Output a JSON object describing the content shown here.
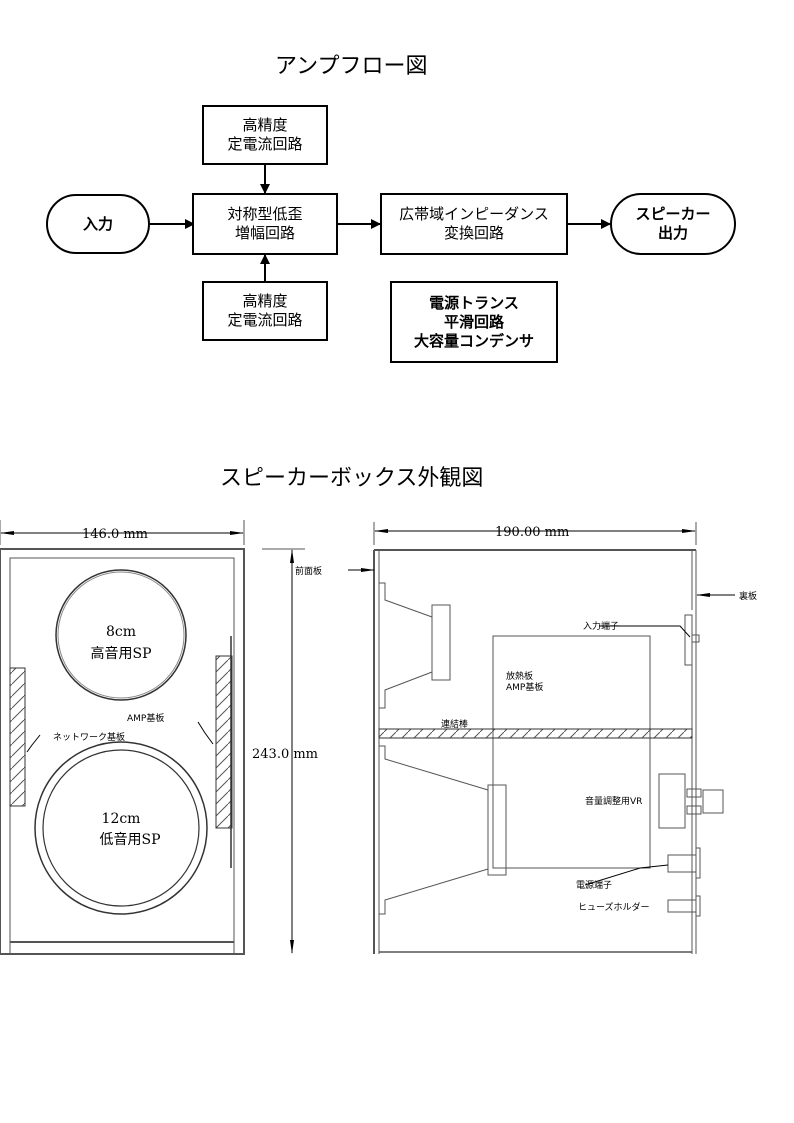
{
  "flow": {
    "title": "アンプフロー図",
    "nodes": {
      "input": {
        "label": "入力"
      },
      "current_top": {
        "lines": [
          "高精度",
          "定電流回路"
        ]
      },
      "amp": {
        "lines": [
          "対称型低歪",
          "増幅回路"
        ]
      },
      "current_bottom": {
        "lines": [
          "高精度",
          "定電流回路"
        ]
      },
      "impedance": {
        "lines": [
          "広帯域インピーダンス",
          "変換回路"
        ]
      },
      "speaker_out": {
        "lines": [
          "スピーカー",
          "出力"
        ]
      },
      "power": {
        "lines": [
          "電源トランス",
          "平滑回路",
          "大容量コンデンサ"
        ]
      }
    }
  },
  "box": {
    "title": "スピーカーボックス外観図",
    "front": {
      "width_dim": "146.0 mm",
      "height_dim": "243.0 mm",
      "tweeter": {
        "size": "8cm",
        "name": "高音用SP"
      },
      "woofer": {
        "size": "12cm",
        "name": "低音用SP"
      },
      "amp_board": "AMP基板",
      "network_board": "ネットワーク基板"
    },
    "side": {
      "depth_dim": "190.00 mm",
      "front_panel": "前面板",
      "back_panel": "裏板",
      "input_terminal": "入力端子",
      "heatsink": "放熱板",
      "amp_board": "AMP基板",
      "connecting_rod": "連結棒",
      "volume": "音量調整用VR",
      "power_terminal": "電源端子",
      "fuse_holder": "ヒューズホルダー"
    }
  }
}
